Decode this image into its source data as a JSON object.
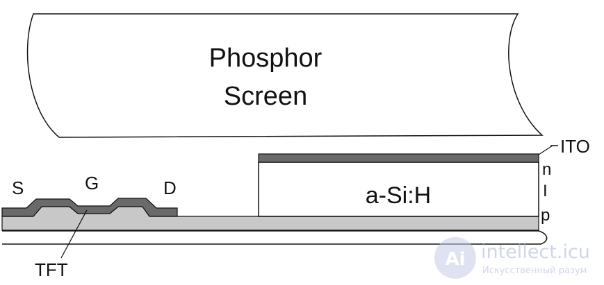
{
  "diagram": {
    "screen_label_line1": "Phosphor",
    "screen_label_line2": "Screen",
    "ito_label": "ITO",
    "layer_n": "n",
    "layer_i": "I",
    "layer_p": "p",
    "photodiode_label": "a-Si:H",
    "source_label": "S",
    "gate_label": "G",
    "drain_label": "D",
    "tft_label": "TFT"
  },
  "watermark": {
    "site": "intellect.icu",
    "tagline": "Искусственный разум"
  },
  "colors": {
    "ito_layer": "#6a6a6a",
    "metal_layer": "#6a6a6a",
    "substrate_layer": "#c8c8c8",
    "outline": "#111111",
    "watermark": "#aab3d8"
  }
}
